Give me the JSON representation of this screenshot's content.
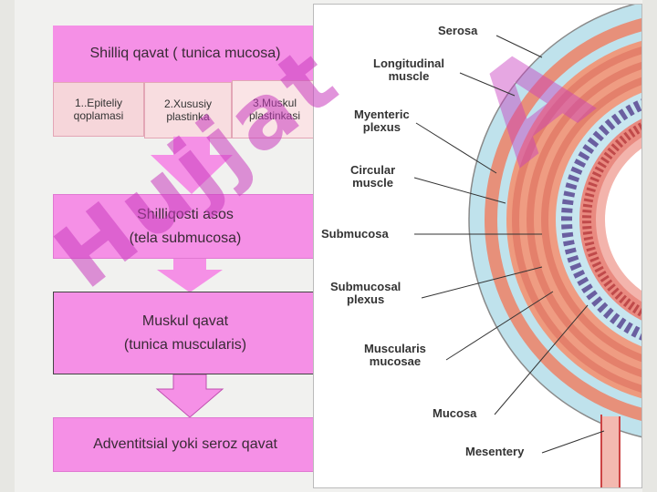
{
  "flow": {
    "mucosa_title": "Shilliq qavat  ( tunica mucosa)",
    "mucosa_parts": [
      {
        "line1": "1..Epiteliy",
        "line2": "qoplamasi"
      },
      {
        "line1": "2.Xususiy",
        "line2": "plastinka"
      },
      {
        "line1": "3.Muskul",
        "line2": "plastinkasi"
      }
    ],
    "submucosa_line1": "Shilliqosti  asos",
    "submucosa_line2": "(tela submucosa)",
    "muscular_line1": "Muskul qavat",
    "muscular_line2": "(tunica muscularis)",
    "serosa_label": "Adventitsial yoki seroz qavat"
  },
  "anatomy_labels": {
    "serosa": "Serosa",
    "longitudinal_1": "Longitudinal",
    "longitudinal_2": "muscle",
    "myenteric_1": "Myenteric",
    "myenteric_2": "plexus",
    "circular_1": "Circular",
    "circular_2": "muscle",
    "submucosa": "Submucosa",
    "submucosal_1": "Submucosal",
    "submucosal_2": "plexus",
    "muscularis_1": "Muscularis",
    "muscularis_2": "mucosae",
    "mucosa": "Mucosa",
    "mesentery": "Mesentery"
  },
  "watermark": "Hujjat",
  "watermark_partial": "A",
  "colors": {
    "box_pink": "#f590e6",
    "watermark": "#c83cbe",
    "serosa": "#c7e6ee",
    "muscle": "#e9846e",
    "submucosa_blue": "#bfe0ea",
    "plexus": "#6a5fa0",
    "mucosa": "#f2a6a0"
  }
}
